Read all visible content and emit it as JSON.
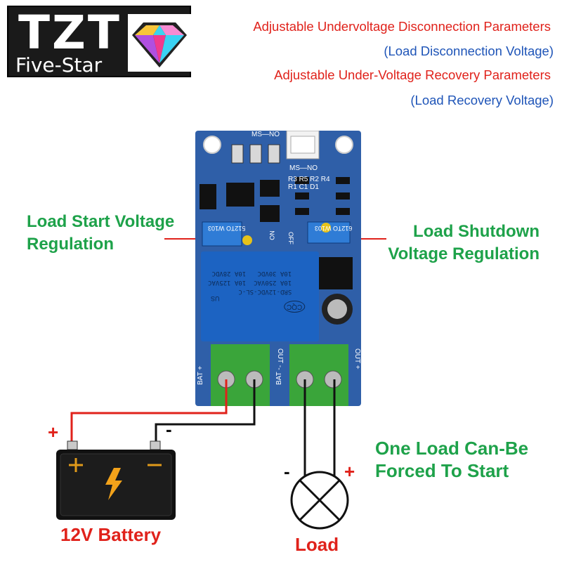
{
  "logo": {
    "brand": "TZT",
    "tagline": "Five-Star",
    "gem_icon": "diamond-icon"
  },
  "header": {
    "line1": "Adjustable Undervoltage Disconnection Parameters",
    "line2": "(Load Disconnection Voltage)",
    "line3": "Adjustable Under-Voltage Recovery Parameters",
    "line4": "(Load Recovery Voltage)"
  },
  "labels": {
    "start_voltage_line1": "Load Start Voltage",
    "start_voltage_line2": "Regulation",
    "shutdown_line1": "Load Shutdown",
    "shutdown_line2": "Voltage Regulation",
    "forced_line1": "One Load Can-Be",
    "forced_line2": "Forced To Start",
    "battery": "12V Battery",
    "load": "Load",
    "plus": "+",
    "minus": "-"
  },
  "board": {
    "connector_label": "MS—NO",
    "connector_label2": "MS—NO",
    "pot_left": "W103",
    "pot_left2": "512TO",
    "pot_right": "W103",
    "pot_right2": "612TO",
    "relay_line1": "SRD-12VDC-SL-C",
    "relay_line2": "10A 250VAC  10A 125VAC",
    "relay_line3": "10A 30VDC   10A 28VDC",
    "relay_cert": "CQC",
    "relay_us": "US",
    "bat_label": "BAT +",
    "bat_minus": "BAT -",
    "out_label": "OUT +",
    "out_minus": "OUT -",
    "no_label": "NO",
    "off_label": "OFF",
    "comps": [
      "R3",
      "R5",
      "R2",
      "R4",
      "R1",
      "C1",
      "D1"
    ]
  },
  "colors": {
    "red": "#e0221b",
    "blue": "#1f55b8",
    "green": "#1ea24a",
    "board": "#2f5fa8",
    "terminal": "#3aa53a"
  }
}
